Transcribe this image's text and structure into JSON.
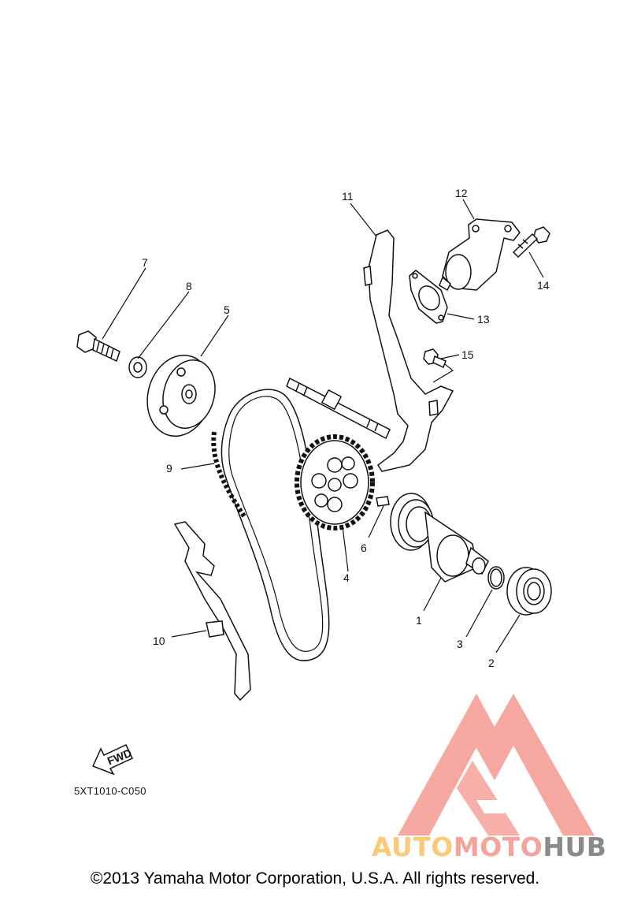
{
  "callouts": {
    "p1": "1",
    "p2": "2",
    "p3": "3",
    "p4": "4",
    "p5": "5",
    "p6": "6",
    "p7": "7",
    "p8": "8",
    "p9": "9",
    "p10": "10",
    "p11": "11",
    "p12": "12",
    "p13": "13",
    "p14": "14",
    "p15": "15"
  },
  "fwd_label": "FWD",
  "diagram_code": "5XT1010-C050",
  "brand": {
    "part1": "AUTO",
    "part2": "MOTO",
    "part3": "HUB"
  },
  "copyright": "©2013 Yamaha Motor Corporation, U.S.A. All rights reserved.",
  "colors": {
    "logo_red": "#f5a39b",
    "logo_orange": "#fbc97a",
    "logo_gray": "#8a8a8a",
    "line": "#111111"
  }
}
